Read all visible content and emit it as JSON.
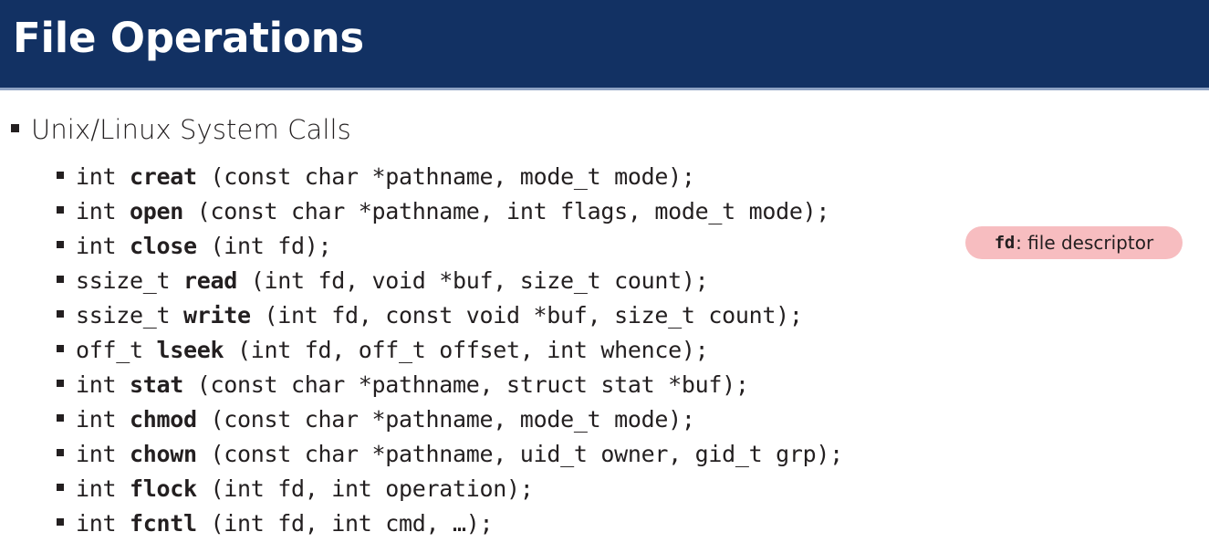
{
  "slide": {
    "title": "File Operations",
    "header_bg": "#123163",
    "header_rule": "#8fa3c4",
    "bullet_color": "#231f20"
  },
  "content": {
    "heading_bullet": "Unix/Linux System Calls",
    "syscalls": [
      {
        "ret": "int ",
        "name": "creat",
        "args": " (const char *pathname, mode_t mode);"
      },
      {
        "ret": "int ",
        "name": "open",
        "args": " (const char *pathname, int flags, mode_t mode);"
      },
      {
        "ret": "int ",
        "name": "close",
        "args": " (int fd);"
      },
      {
        "ret": "ssize_t ",
        "name": "read",
        "args": " (int fd, void *buf, size_t count);"
      },
      {
        "ret": "ssize_t ",
        "name": "write",
        "args": " (int fd, const void *buf, size_t count);"
      },
      {
        "ret": "off_t ",
        "name": "lseek",
        "args": " (int fd, off_t offset, int whence);"
      },
      {
        "ret": "int ",
        "name": "stat",
        "args": " (const char *pathname, struct stat *buf);"
      },
      {
        "ret": "int ",
        "name": "chmod",
        "args": " (const char *pathname, mode_t mode);"
      },
      {
        "ret": "int ",
        "name": "chown",
        "args": " (const char *pathname, uid_t owner, gid_t grp);"
      },
      {
        "ret": "int ",
        "name": "flock",
        "args": " (int fd, int operation);"
      },
      {
        "ret": "int ",
        "name": "fcntl",
        "args": " (int fd, int cmd, …);"
      }
    ]
  },
  "annotation": {
    "keyword": "fd",
    "description": ": file descriptor",
    "bg_color": "#f7bdc0"
  }
}
